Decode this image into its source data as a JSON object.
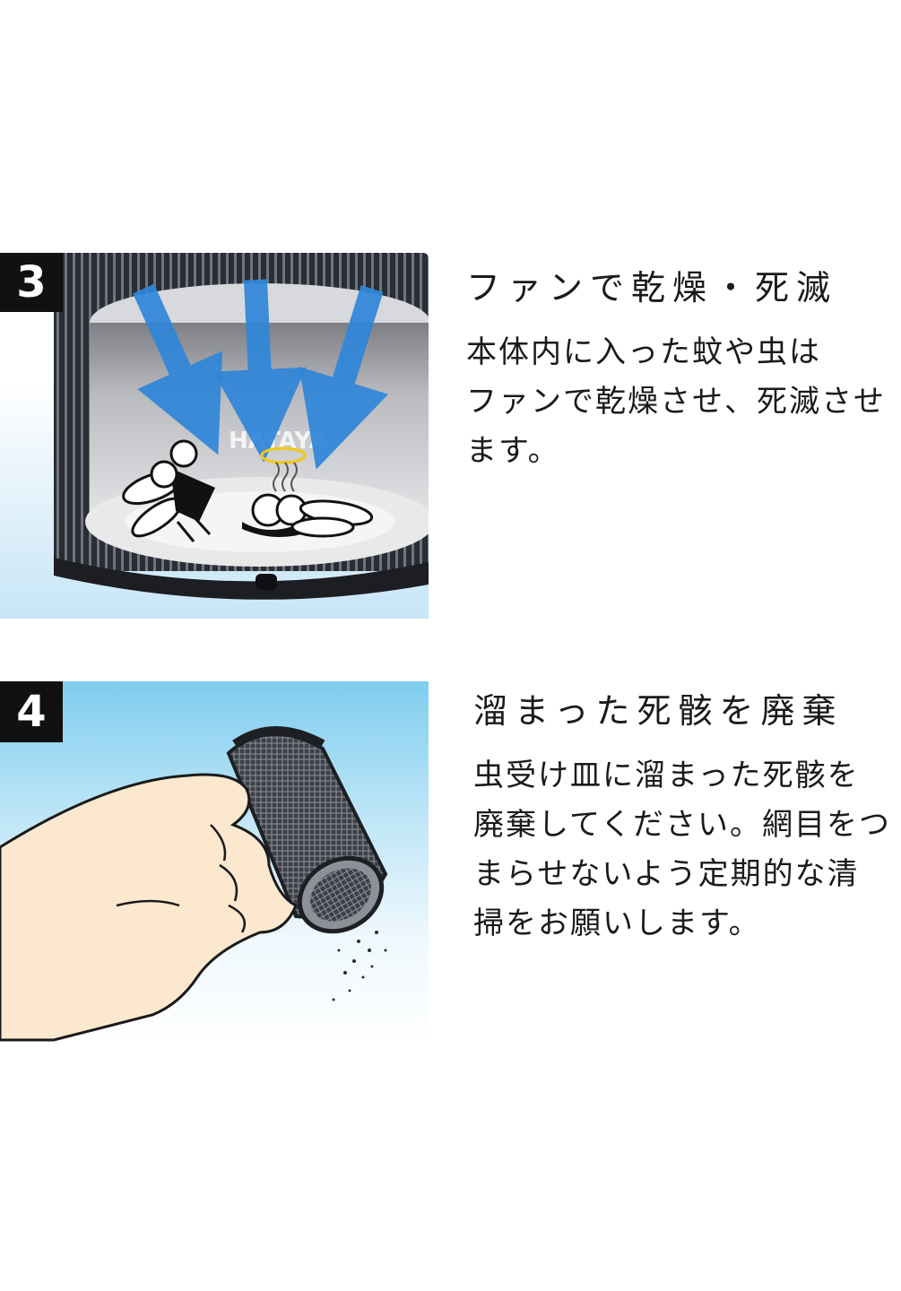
{
  "steps": [
    {
      "number": "3",
      "title": "ファンで乾燥・死滅",
      "description_lines": [
        "本体内に入った蚊や虫は",
        "ファンで乾燥させ、死滅させ",
        "ます。"
      ],
      "product_mark": "HATAYA",
      "colors": {
        "badge": "#111111",
        "arrow": "#2f86d9",
        "halo": "#f2c811"
      }
    },
    {
      "number": "4",
      "title": "溜まった死骸を廃棄",
      "description_lines": [
        "虫受け皿に溜まった死骸を",
        "廃棄してください。網目をつ",
        "まらせないよう定期的な清",
        "掃をお願いします。"
      ],
      "colors": {
        "badge": "#111111",
        "sky": "#7fcdef",
        "skin": "#fbe8cf"
      }
    }
  ]
}
